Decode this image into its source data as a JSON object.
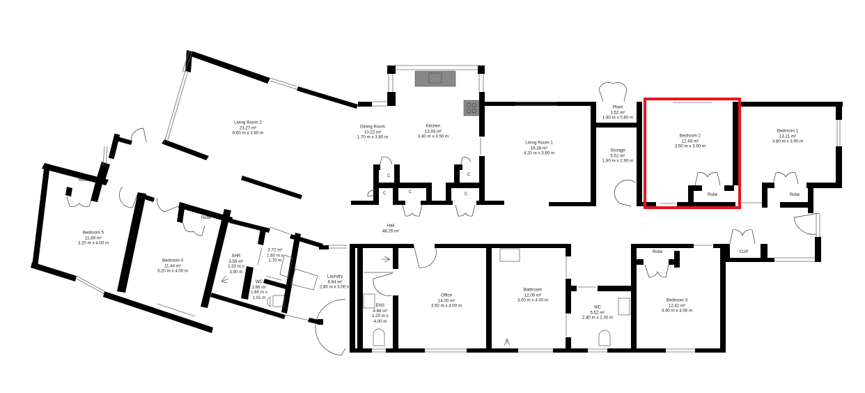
{
  "floorplan": {
    "highlight": {
      "room": "Bedroom 2",
      "color": "#e8141e"
    },
    "wall_color": "#000000",
    "rooms": [
      {
        "name": "Living Room 2",
        "area": "23.27  m²",
        "dims": "6.60 m x 3.80 m"
      },
      {
        "name": "Dining Room",
        "area": "10.22  m²",
        "dims": "1.70 m x 3.80 m"
      },
      {
        "name": "Kitchen",
        "area": "13.93  m²",
        "dims": "3.40 m x 4.50 m"
      },
      {
        "name": "Living Room 1",
        "area": "16.38  m²",
        "dims": "4.20 m x 3.90 m"
      },
      {
        "name": "Plant",
        "area": "1.52  m²",
        "dims": "1.90 m x 0.80 m"
      },
      {
        "name": "Storage",
        "area": "5.51  m²",
        "dims": "1.90 m x 2.90 m"
      },
      {
        "name": "Bedroom 2",
        "area": "12.49  m²",
        "dims": "3.50 m x 3.90 m"
      },
      {
        "name": "Bedroom 1",
        "area": "13.21  m²",
        "dims": "3.80 m x 3.90 m"
      },
      {
        "name": "Bedroom 5",
        "area": "11.89  m²",
        "dims": "3.20 m x 4.00 m"
      },
      {
        "name": "Bedroom 4",
        "area": "11.44  m²",
        "dims": "3.20 m x 4.00 m"
      },
      {
        "name": "SHR",
        "area": "3.59  m²",
        "dims": "1.20 m x",
        "dims2": "3.00 m"
      },
      {
        "name": "",
        "area": "2.72  m²",
        "dims": "1.60 m x",
        "dims2": "1.70 m"
      },
      {
        "name": "WC",
        "area": "1.66  m²",
        "dims": "1.60 m x",
        "dims2": "1.01 m"
      },
      {
        "name": "Laundry",
        "area": "6.84  m²",
        "dims": "2.80 m x 3.00 m"
      },
      {
        "name": "Hall",
        "area": "48.29  m²"
      },
      {
        "name": "ENS",
        "area": "4.68  m²",
        "dims": "1.20 m x",
        "dims2": "4.00 m"
      },
      {
        "name": "Office",
        "area": "14.00  m²",
        "dims": "3.50 m x 4.00 m"
      },
      {
        "name": "Bathroom",
        "area": "12.00  m²",
        "dims": "3.00 m x 4.00 m"
      },
      {
        "name": "WC",
        "area": "5.52  m²",
        "dims": "2.40 m x 2.30 m"
      },
      {
        "name": "Bedroom 3",
        "area": "12.42  m²",
        "dims": "3.40 m x 4.00 m"
      }
    ],
    "closets": [
      "Robe",
      "Robe",
      "Robe",
      "Robe",
      "Robe",
      "CUP",
      "C",
      "C",
      "C",
      "C",
      "C"
    ]
  }
}
